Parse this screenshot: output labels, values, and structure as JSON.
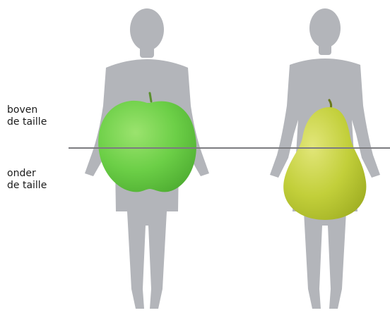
{
  "labels": {
    "above_line1": "boven",
    "above_line2": "de taille",
    "below_line1": "onder",
    "below_line2": "de taille"
  },
  "colors": {
    "silhouette": "#b3b5ba",
    "apple": "#6ccf47",
    "pear": "#c2cf3a",
    "waist_line": "#7c7c80",
    "text": "#1a1a1a"
  }
}
